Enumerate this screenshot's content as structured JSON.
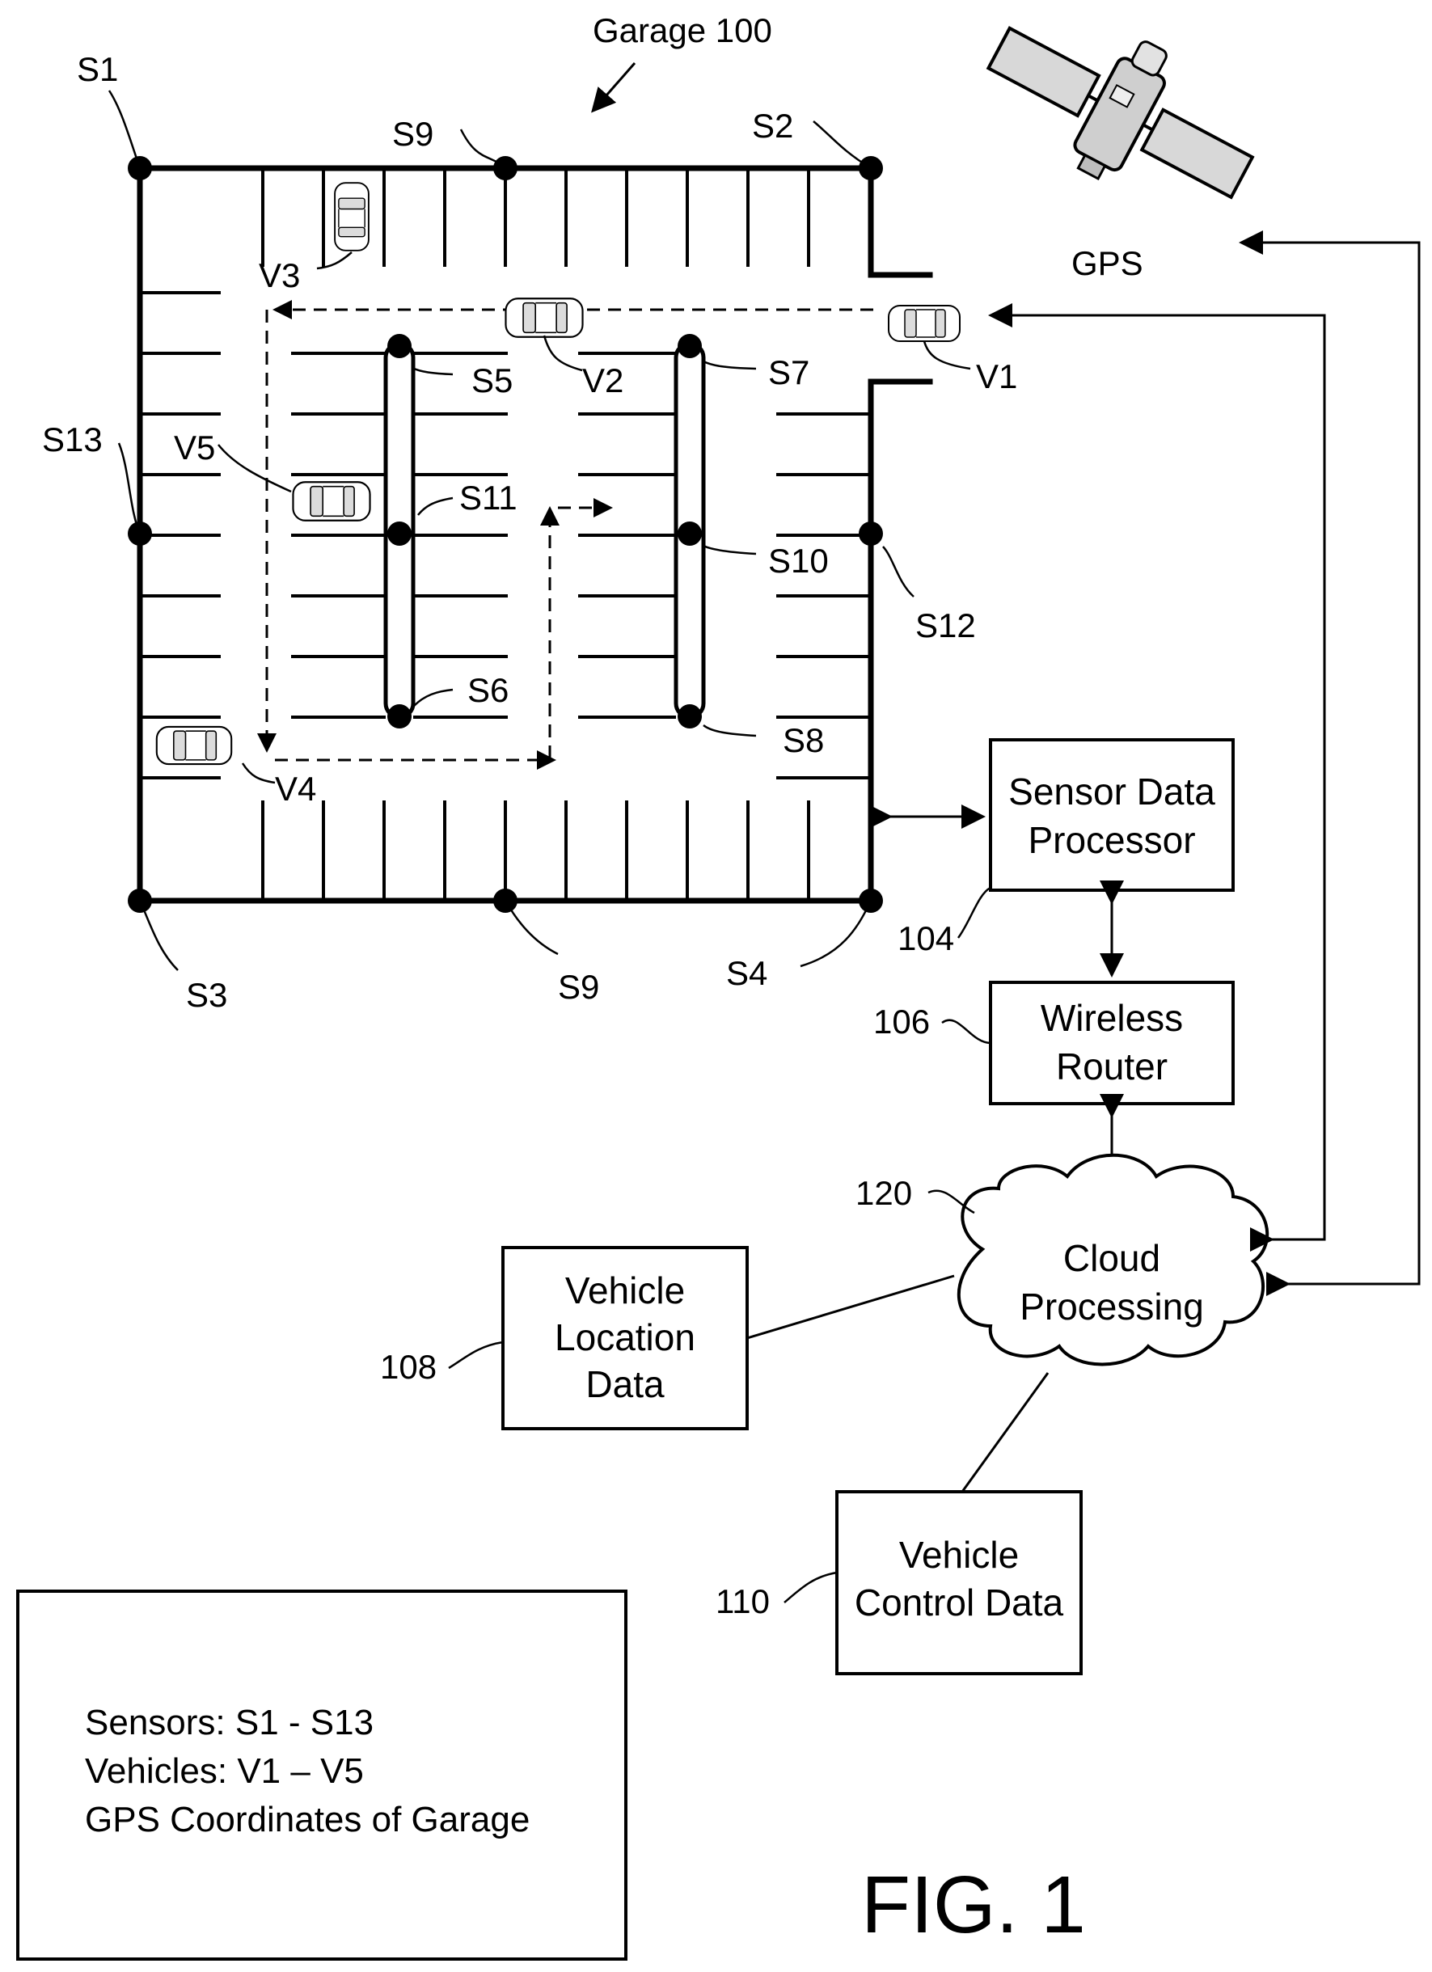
{
  "title": "Garage 100",
  "figure_label": "FIG. 1",
  "gps_label": "GPS",
  "sensors": {
    "s1": "S1",
    "s2": "S2",
    "s3": "S3",
    "s4": "S4",
    "s5": "S5",
    "s6": "S6",
    "s7": "S7",
    "s8": "S8",
    "s9_top": "S9",
    "s9_bottom": "S9",
    "s10": "S10",
    "s11": "S11",
    "s12": "S12",
    "s13": "S13"
  },
  "vehicles": {
    "v1": "V1",
    "v2": "V2",
    "v3": "V3",
    "v4": "V4",
    "v5": "V5"
  },
  "boxes": {
    "sensor_processor": {
      "line1": "Sensor Data",
      "line2": "Processor",
      "ref": "104"
    },
    "wireless_router": {
      "line1": "Wireless",
      "line2": "Router",
      "ref": "106"
    },
    "cloud": {
      "line1": "Cloud",
      "line2": "Processing",
      "ref": "120"
    },
    "vehicle_location": {
      "line1": "Vehicle",
      "line2": "Location",
      "line3": "Data",
      "ref": "108"
    },
    "vehicle_control": {
      "line1": "Vehicle",
      "line2": "Control Data",
      "ref": "110"
    }
  },
  "legend": {
    "line1": "Sensors: S1 - S13",
    "line2": "Vehicles: V1 – V5",
    "line3": "GPS Coordinates of Garage"
  }
}
